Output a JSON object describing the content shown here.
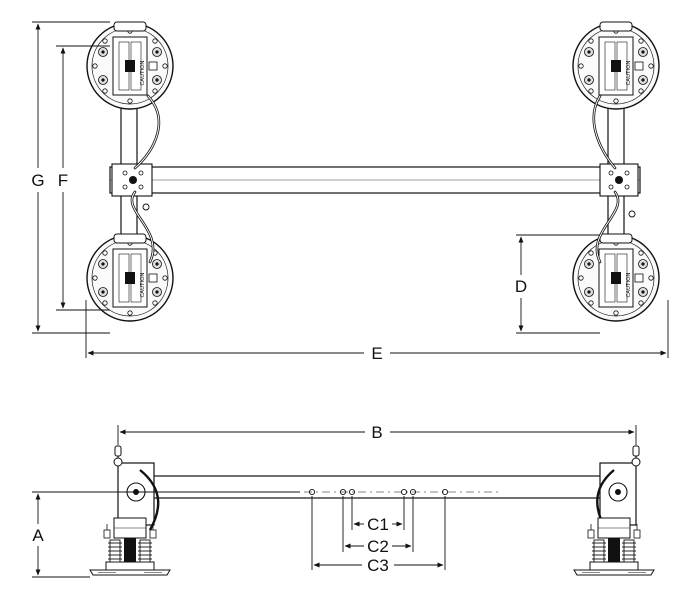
{
  "drawing": {
    "dimension_labels": {
      "A": "A",
      "B": "B",
      "C1": "C1",
      "C2": "C2",
      "C3": "C3",
      "D": "D",
      "E": "E",
      "F": "F",
      "G": "G"
    },
    "warning_label": "CAUTION"
  }
}
